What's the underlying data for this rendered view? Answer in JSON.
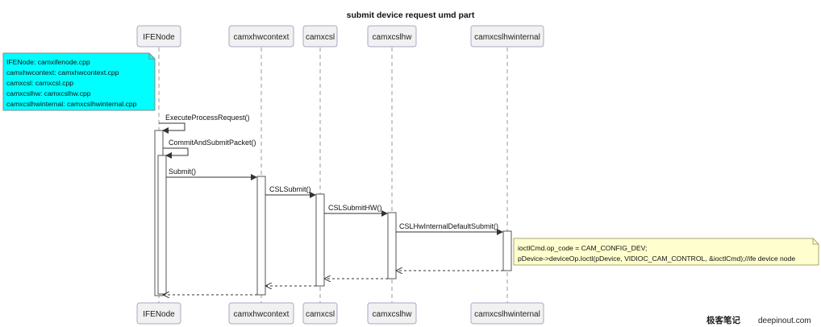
{
  "diagram": {
    "title": "submit device request umd part",
    "participants": [
      {
        "id": "p1",
        "label": "IFENode"
      },
      {
        "id": "p2",
        "label": "camxhwcontext"
      },
      {
        "id": "p3",
        "label": "camxcsl"
      },
      {
        "id": "p4",
        "label": "camxcslhw"
      },
      {
        "id": "p5",
        "label": "camxcslhwinternal"
      }
    ],
    "note_files": {
      "lines": [
        "IFENode: camxifenode.cpp",
        "camxhwcontext: camxhwcontext.cpp",
        "camxcsl: camxcsl.cpp",
        "camxcslhw: camxcslhw.cpp",
        "camxcslhwinternal: camxcslhwinternal.cpp"
      ],
      "fill": "#00FFFF"
    },
    "messages": [
      {
        "label": "ExecuteProcessRequest()"
      },
      {
        "label": "CommitAndSubmitPacket()"
      },
      {
        "label": "Submit()"
      },
      {
        "label": "CSLSubmit()"
      },
      {
        "label": "CSLSubmitHW()"
      },
      {
        "label": "CSLHwInternalDefaultSubmit()"
      }
    ],
    "note_ioctl": {
      "lines": [
        "ioctlCmd.op_code = CAM_CONFIG_DEV;",
        "pDevice->deviceOp.Ioctl(pDevice, VIDIOC_CAM_CONTROL, &ioctlCmd);//ife device node"
      ],
      "fill": "#FEFECE"
    },
    "colors": {
      "participant_fill": "#F1F1F1",
      "participant_border": "#A8A8C8",
      "lifeline": "#999999",
      "arrow": "#333333"
    }
  },
  "watermark": {
    "cn": "极客笔记",
    "site": "deepinout.com"
  }
}
